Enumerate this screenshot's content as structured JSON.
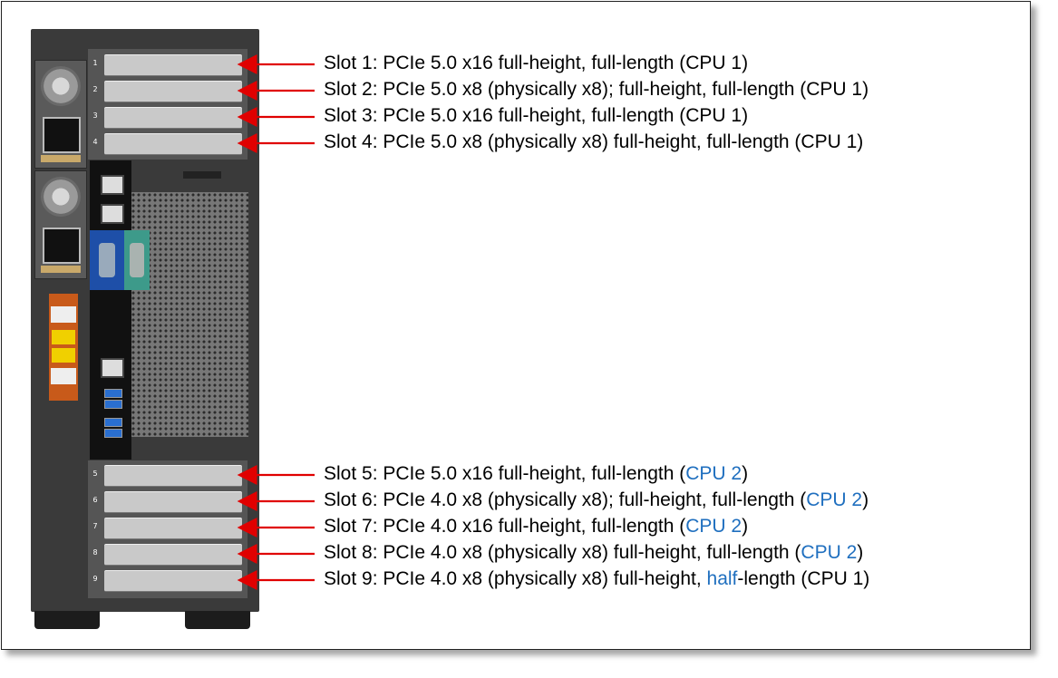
{
  "slots_top": [
    {
      "num": "1",
      "parts": [
        {
          "t": "Slot 1: PCIe 5.0 x16 full-height, full-length (CPU 1)",
          "c": ""
        }
      ]
    },
    {
      "num": "2",
      "parts": [
        {
          "t": "Slot 2: PCIe 5.0 x8 (physically x8); full-height, full-length  (CPU 1)",
          "c": ""
        }
      ]
    },
    {
      "num": "3",
      "parts": [
        {
          "t": "Slot 3: PCIe 5.0 x16 full-height, full-length (CPU 1)",
          "c": ""
        }
      ]
    },
    {
      "num": "4",
      "parts": [
        {
          "t": "Slot 4: PCIe 5.0 x8 (physically x8) full-height, full-length (CPU 1)",
          "c": ""
        }
      ]
    }
  ],
  "slots_bottom": [
    {
      "num": "5",
      "parts": [
        {
          "t": "Slot 5: PCIe 5.0 x16 full-height, full-length (",
          "c": ""
        },
        {
          "t": "CPU 2",
          "c": "blue"
        },
        {
          "t": ")",
          "c": ""
        }
      ]
    },
    {
      "num": "6",
      "parts": [
        {
          "t": "Slot 6: PCIe 4.0 x8 (physically x8); full-height, full-length  (",
          "c": ""
        },
        {
          "t": "CPU 2",
          "c": "blue"
        },
        {
          "t": ")",
          "c": ""
        }
      ]
    },
    {
      "num": "7",
      "parts": [
        {
          "t": "Slot 7: PCIe 4.0 x16 full-height, full-length (",
          "c": ""
        },
        {
          "t": "CPU 2",
          "c": "blue"
        },
        {
          "t": ")",
          "c": ""
        }
      ]
    },
    {
      "num": "8",
      "parts": [
        {
          "t": "Slot 8: PCIe 4.0 x8 (physically x8) full-height, full-length (",
          "c": ""
        },
        {
          "t": "CPU 2",
          "c": "blue"
        },
        {
          "t": ")",
          "c": ""
        }
      ]
    },
    {
      "num": "9",
      "parts": [
        {
          "t": "Slot 9: PCIe 4.0 x8 (physically x8) full-height, ",
          "c": ""
        },
        {
          "t": "half",
          "c": "blue"
        },
        {
          "t": "-length (CPU 1)",
          "c": ""
        }
      ]
    }
  ],
  "colors": {
    "arrow": "#e00000",
    "highlight": "#1f6fbf"
  }
}
